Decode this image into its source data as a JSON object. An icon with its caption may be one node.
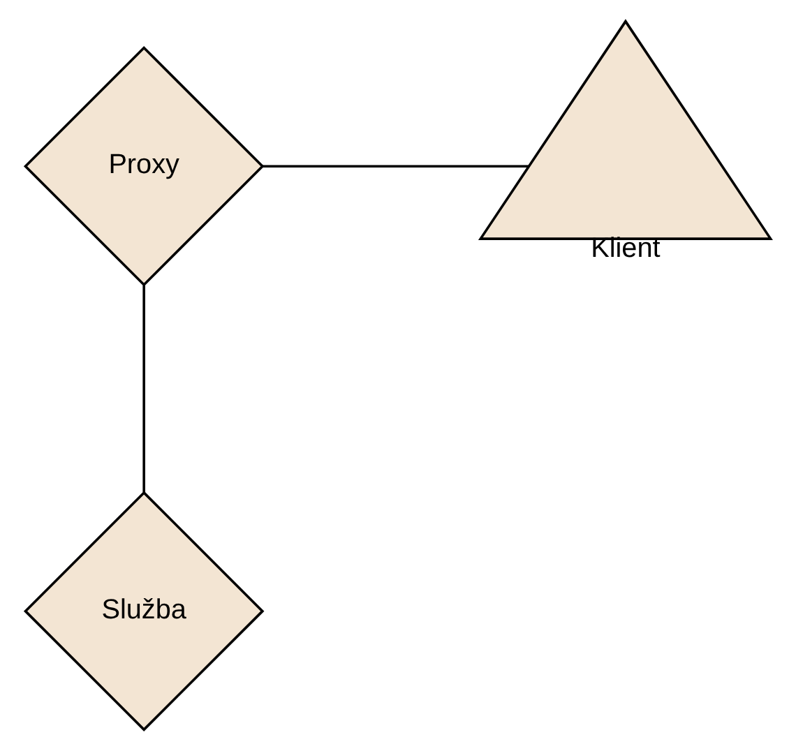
{
  "diagram": {
    "nodes": [
      {
        "text": [
          "Proxy"
        ]
      },
      {
        "text": [
          "Klient"
        ]
      },
      {
        "text": [
          "Služba"
        ]
      }
    ],
    "edges": [
      {
        "from": 0,
        "to": 1,
        "arrow": "none"
      },
      {
        "from": 0,
        "to": 2,
        "arrow": "none"
      }
    ]
  }
}
